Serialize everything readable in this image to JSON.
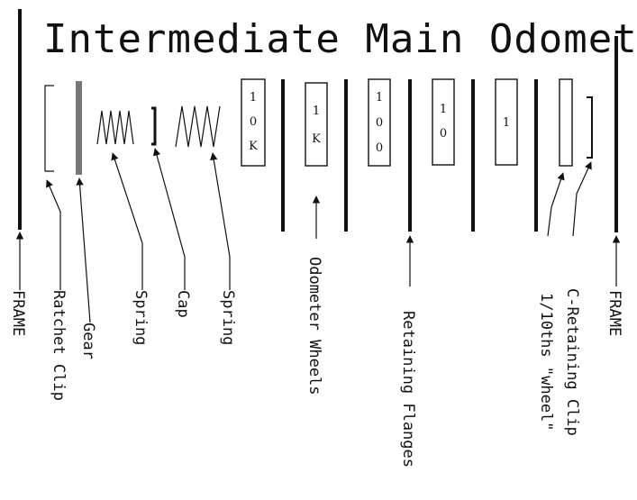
{
  "title": "Intermediate Main Odometer",
  "wheels": [
    "10K",
    "1K",
    "100",
    "10",
    "1",
    ""
  ],
  "labels": {
    "frame_left": "FRAME",
    "ratchet_clip": "Ratchet Clip",
    "gear": "Gear",
    "spring1": "Spring",
    "cap": "Cap",
    "spring2": "Spring",
    "odometer_wheels": "Odometer Wheels",
    "retaining_flanges": "Retaining Flanges",
    "tenths_wheel": "1/10ths \"wheel\"",
    "c_retaining_clip": "C-Retaining Clip",
    "frame_right": "FRAME"
  }
}
